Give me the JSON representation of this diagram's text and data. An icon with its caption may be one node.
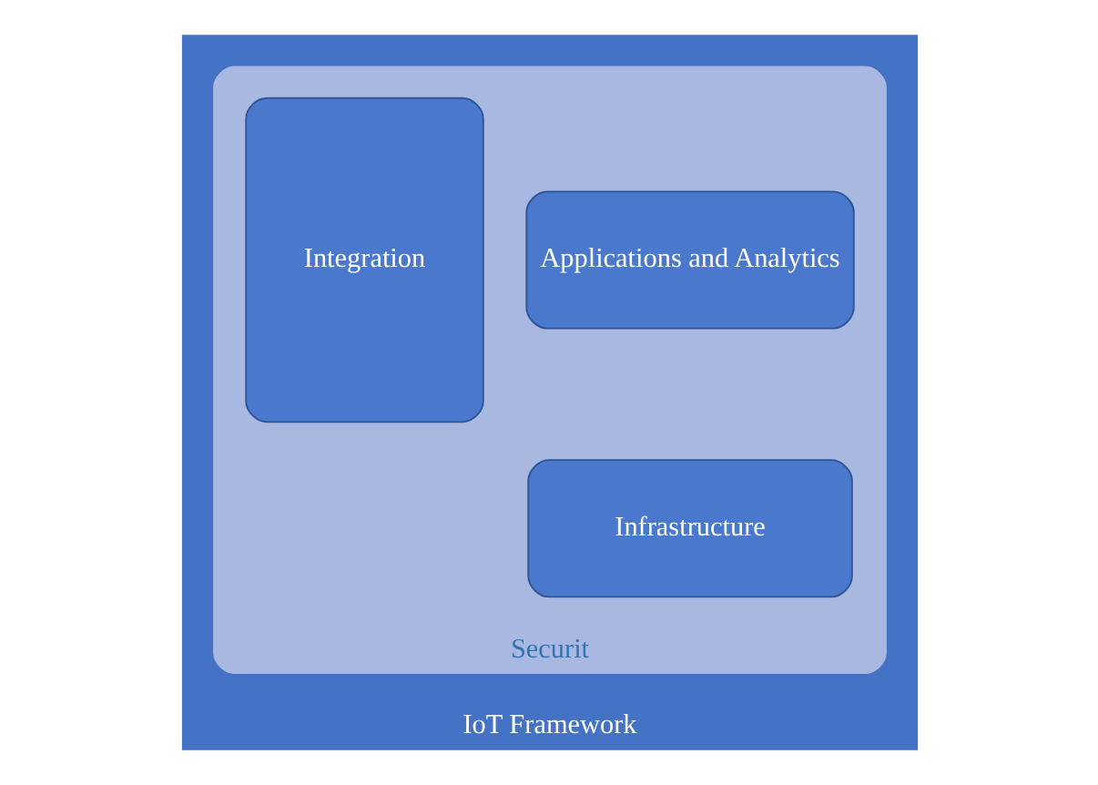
{
  "diagram": {
    "nodes": [
      {
        "text": [
          "IoT Framework"
        ]
      },
      {
        "text": [
          "Securit"
        ],
        "in": 0
      },
      {
        "text": [
          "Applications and Analytics"
        ],
        "in": 1
      },
      {
        "text": [
          "Infrastructure"
        ],
        "in": 1
      },
      {
        "text": [
          "Integration"
        ],
        "in": 1
      }
    ]
  }
}
